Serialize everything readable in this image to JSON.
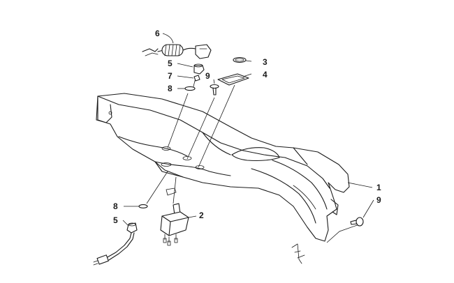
{
  "diagram": {
    "callouts": {
      "c1": "1",
      "c2": "2",
      "c3": "3",
      "c4": "4",
      "c5a": "5",
      "c5b": "5",
      "c6": "6",
      "c7": "7",
      "c8a": "8",
      "c8b": "8",
      "c9a": "9",
      "c9b": "9"
    }
  }
}
